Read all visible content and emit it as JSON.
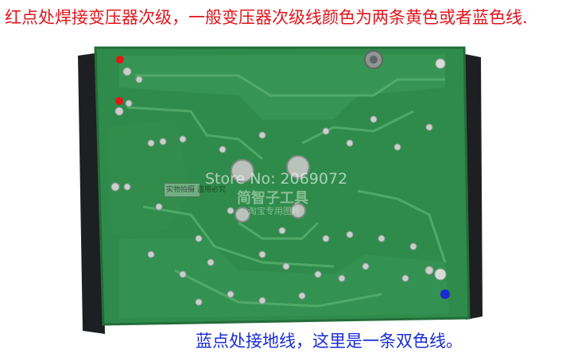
{
  "captions": {
    "top": "红点处焊接变压器次级，一般变压器次级线颜色为两条黄色或者蓝色线.",
    "bottom": "蓝点处接地线，这里是一条双色线。"
  },
  "watermark": {
    "store": "Store No: 2069072",
    "shop_name": "简智子工具",
    "shop_note": "淘宝专用图片",
    "stamp": "实物拍摄 盗用必究"
  },
  "markers": {
    "red_color": "#e01818",
    "blue_color": "#1a2bd6"
  }
}
